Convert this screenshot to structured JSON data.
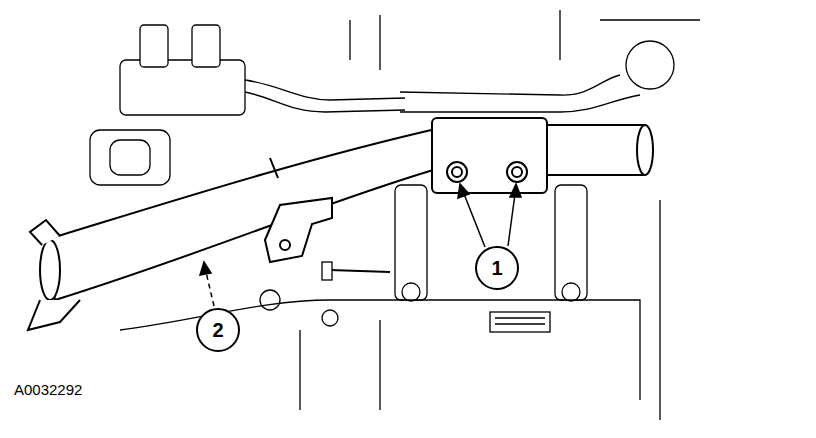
{
  "diagram": {
    "nodes": [
      {
        "text": [
          "1"
        ]
      },
      {
        "text": [
          "2"
        ]
      }
    ],
    "labels": [
      "A0032292"
    ]
  }
}
